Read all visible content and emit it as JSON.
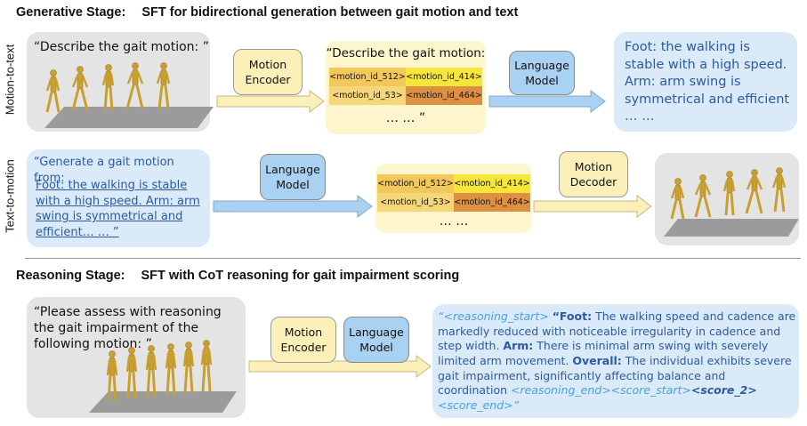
{
  "generative_stage": {
    "title": "Generative Stage:",
    "subtitle": "SFT for bidirectional generation between gait motion and text"
  },
  "motion_to_text": {
    "side_label": "Motion-to-text",
    "prompt": "“Describe the gait motion: ”",
    "encoder_label": "Motion Encoder",
    "token_header": "“Describe the gait motion:",
    "tokens": [
      "<motion_id_512>",
      "<motion_id_414>",
      "<motion_id_53>",
      "<motion_id_464>"
    ],
    "token_footer": "… …  ”",
    "model_label": "Language Model",
    "output_text": "Foot: the walking is stable with a high speed. Arm: arm swing is symmetrical and efficient … …"
  },
  "text_to_motion": {
    "side_label": "Text-to-motion",
    "prompt_lead": "“Generate a gait motion from:",
    "prompt_body": "Foot: the walking is stable with a high speed. Arm: arm swing is symmetrical and efficient… … ”",
    "model_label": "Language Model",
    "tokens": [
      "<motion_id_512>",
      "<motion_id_414>",
      "<motion_id_53>",
      "<motion_id_464>"
    ],
    "token_footer": "… …",
    "decoder_label": "Motion Decoder"
  },
  "reasoning_stage": {
    "title": "Reasoning  Stage:",
    "subtitle": "SFT with CoT reasoning for gait impairment scoring",
    "prompt": "“Please assess with reasoning the gait impairment of the following motion: ”",
    "encoder_label": "Motion Encoder",
    "model_label": "Language Model",
    "reason_open_quote": "“",
    "reasoning_start": "<reasoning_start>",
    "foot_label": "“Foot:",
    "foot_text": " The walking speed and cadence are markedly reduced with noticeable irregularity in cadence and step width. ",
    "arm_label": "Arm:",
    "arm_text": " There is minimal arm swing with severely limited arm movement. ",
    "overall_label": "Overall:",
    "overall_text": " The individual exhibits severe gait impairment, significantly affecting balance and coordination",
    "reasoning_end": "<reasoning_end>",
    "score_start": "<score_start>",
    "score_value": "<score_2>",
    "score_end": "<score_end>",
    "close_quote": "”"
  },
  "colors": {
    "gray_box": "#e4e4e4",
    "blue_box": "#dbeaf8",
    "yellow_module": "#fbf0b8",
    "blue_module": "#a9d1f2",
    "token_panel": "#fdf6cc",
    "text_blue": "#2c5aa0",
    "figure_gold": "#c9a030"
  }
}
